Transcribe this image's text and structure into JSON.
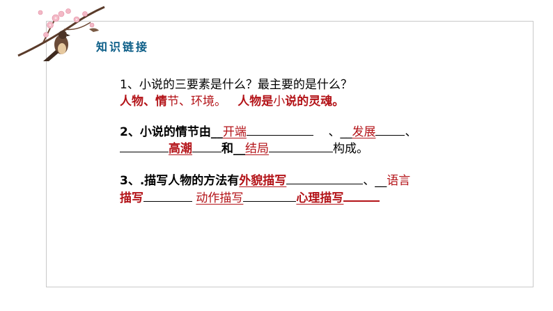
{
  "section_title": "知识链接",
  "q1": {
    "question": "1、小说的三要素是什么？最主要的是什么？",
    "answer_a": "人物、情",
    "answer_b": "节、环境。",
    "answer_c": "人物是",
    "answer_d": "小",
    "answer_e": "说的灵魂。"
  },
  "q2": {
    "prefix": "2、小说的情节由__",
    "a1": "开端",
    "sep1": "、__",
    "a2": "发展",
    "sep2": "、",
    "a3": "高潮",
    "and_text": "和__",
    "a4": "结局",
    "suffix": "构成。"
  },
  "q3": {
    "prefix": "3、.描写人物的方法有",
    "a1": "外貌描写",
    "sep1": "、__",
    "a2_part1": "语言",
    "a2_part2": "描写",
    "a3": "动作描写",
    "a4": "心理描写"
  },
  "colors": {
    "answer": "#b31217",
    "title": "#0b5d87",
    "border": "#c9c9c9"
  },
  "icons": {
    "decoration": "bird-on-blossom-branch-icon"
  }
}
